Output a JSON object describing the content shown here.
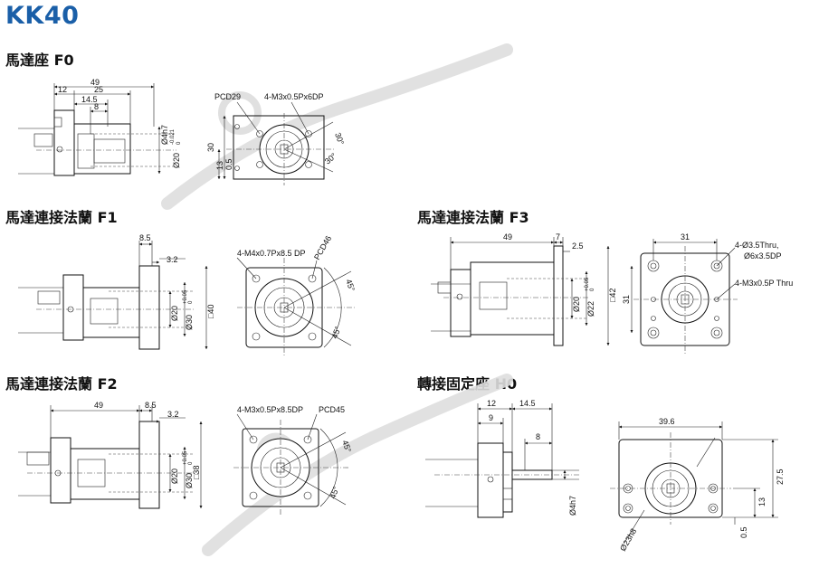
{
  "page": {
    "title": "KK40",
    "title_color": "#1a5fa8",
    "watermark_color": "#dcdcdc"
  },
  "sections": {
    "f0": {
      "heading": "馬達座 F0",
      "dims": [
        "49",
        "12",
        "25",
        "14.5",
        "8",
        "Ø4h7",
        "Ø20",
        "-0.021",
        "0",
        "30",
        "13",
        "0.5"
      ],
      "callouts": [
        "PCD29",
        "4-M3x0.5Px6DP",
        "30°",
        "30°"
      ]
    },
    "f1": {
      "heading": "馬達連接法蘭 F1",
      "dims": [
        "8.5",
        "3.2",
        "Ø20",
        "Ø30",
        "+0.05",
        "0",
        "□40"
      ],
      "callouts": [
        "4-M4x0.7Px8.5 DP",
        "PCD46",
        "45°",
        "45°"
      ]
    },
    "f3": {
      "heading": "馬達連接法蘭 F3",
      "dims": [
        "49",
        "7",
        "2.5",
        "Ø20",
        "Ø22",
        "+0.05",
        "0",
        "□42",
        "31",
        "31"
      ],
      "callouts": [
        "4-Ø3.5Thru,",
        "Ø6x3.5DP",
        "4-M3x0.5P Thru"
      ]
    },
    "f2": {
      "heading": "馬達連接法蘭 F2",
      "dims": [
        "49",
        "8.5",
        "3.2",
        "Ø20",
        "Ø30",
        "+0.05",
        "0",
        "□38"
      ],
      "callouts": [
        "4-M3x0.5Px8.5DP",
        "PCD45",
        "45°",
        "45°"
      ]
    },
    "h0": {
      "heading": "轉接固定座 H0",
      "dims": [
        "12",
        "14.5",
        "9",
        "8",
        "Ø4h7",
        "39.6",
        "27.5",
        "13",
        "0.5",
        "Ø23h8"
      ],
      "callouts": []
    }
  }
}
